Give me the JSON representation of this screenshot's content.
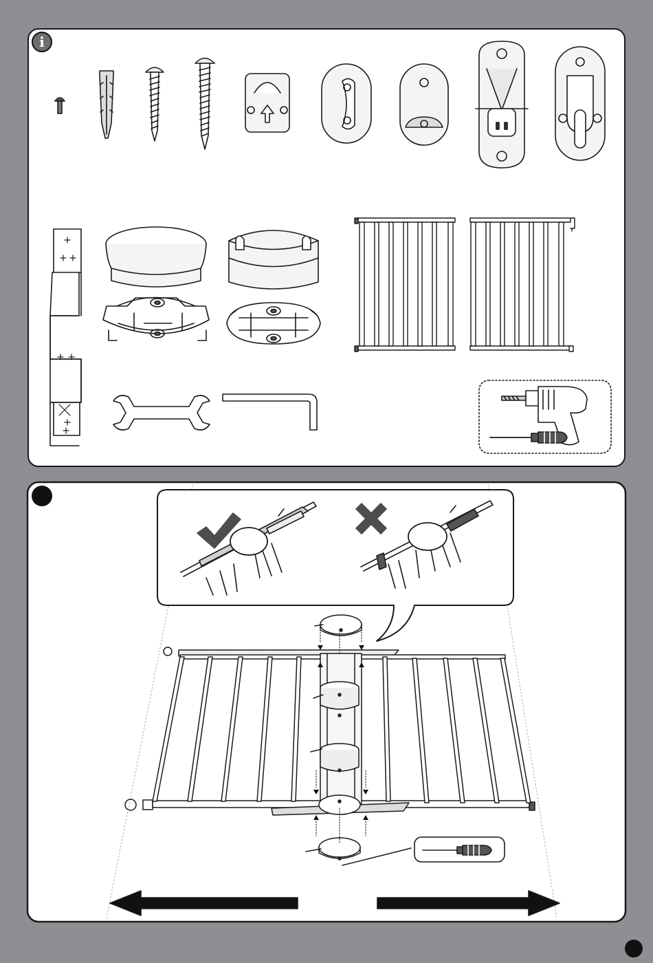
{
  "badges": {
    "info": "i",
    "step": "",
    "page": ""
  },
  "colors": {
    "page_background": "#8e8f92",
    "panel": "#ffffff",
    "ink": "#1a1a1a"
  },
  "top_panel": {
    "hardware_parts": [
      "small-screw",
      "wall-plug",
      "short-wood-screw",
      "long-wood-screw",
      "wall-cup-with-arrow",
      "c-bracket",
      "round-wall-bracket",
      "long-wall-bracket",
      "hinge-bracket"
    ],
    "other_parts": [
      "drilling-template-strip",
      "round-spindle-cap",
      "square-spindle-cap",
      "gate-panel",
      "extension-panel",
      "spanner",
      "allen-key"
    ],
    "tools_needed": [
      "drill-icon",
      "screwdriver-icon"
    ]
  },
  "bottom_panel": {
    "inset_options": [
      {
        "mark": "check-icon",
        "meaning": "correct"
      },
      {
        "mark": "cross-icon",
        "meaning": "incorrect"
      }
    ],
    "tool_callout": "screwdriver-icon",
    "direction_arrows": [
      "left-arrow-icon",
      "right-arrow-icon"
    ]
  }
}
